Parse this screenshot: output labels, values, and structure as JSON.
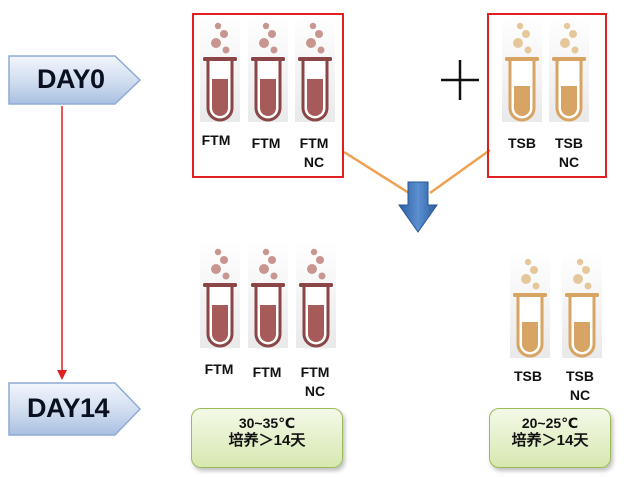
{
  "timeline": {
    "start_label": "DAY0",
    "end_label": "DAY14"
  },
  "day0": {
    "ftm_group": {
      "tubes": [
        "FTM",
        "FTM",
        "FTM\nNC"
      ]
    },
    "plus_sign": "+",
    "tsb_group": {
      "tubes": [
        "TSB",
        "TSB\nNC"
      ]
    }
  },
  "day14": {
    "ftm_group": {
      "tubes": [
        "FTM",
        "FTM",
        "FTM\nNC"
      ],
      "condition_line1": "30~35℃",
      "condition_line2": "培养＞14天"
    },
    "tsb_group": {
      "tubes": [
        "TSB",
        "TSB\nNC"
      ],
      "condition_line1": "20~25℃",
      "condition_line2": "培养＞14天"
    }
  },
  "colors": {
    "ftm_medium": "#a65a5a",
    "tsb_medium": "#d7a463",
    "frame": "#e02020",
    "arrow": "#3f74b8",
    "timeline_arrow": "#e02020",
    "connector": "#f0a050"
  }
}
